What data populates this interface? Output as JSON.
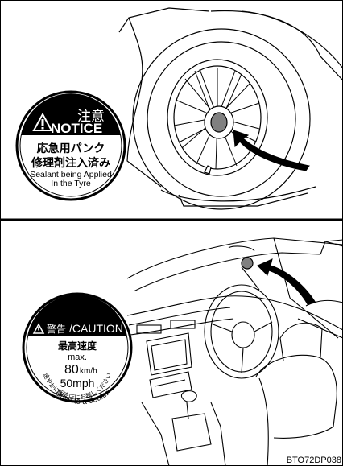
{
  "top_panel": {
    "notice_sticker": {
      "header_jp": "注意",
      "header_en": "NOTICE",
      "line1_jp": "応急用パンク",
      "line2_jp": "修理剤注入済み",
      "line3_en": "Sealant being Applied",
      "line4_en": "In the Tyre"
    }
  },
  "bottom_panel": {
    "caution_sticker": {
      "header_jp": "警告",
      "header_en": "/CAUTION",
      "line1_jp": "最高速度",
      "line2_en": "max.",
      "speed_kmh": "80",
      "unit_kmh": "km/h",
      "speed_mph": "50mph",
      "arc_jp": "速やかに販売店にお越しください",
      "arc_en": "Drive to a dealer"
    }
  },
  "figure_code": "BTO72DP038",
  "colors": {
    "line": "#000000",
    "header_fill": "#000000",
    "marker_fill": "#808080",
    "background": "#ffffff"
  }
}
